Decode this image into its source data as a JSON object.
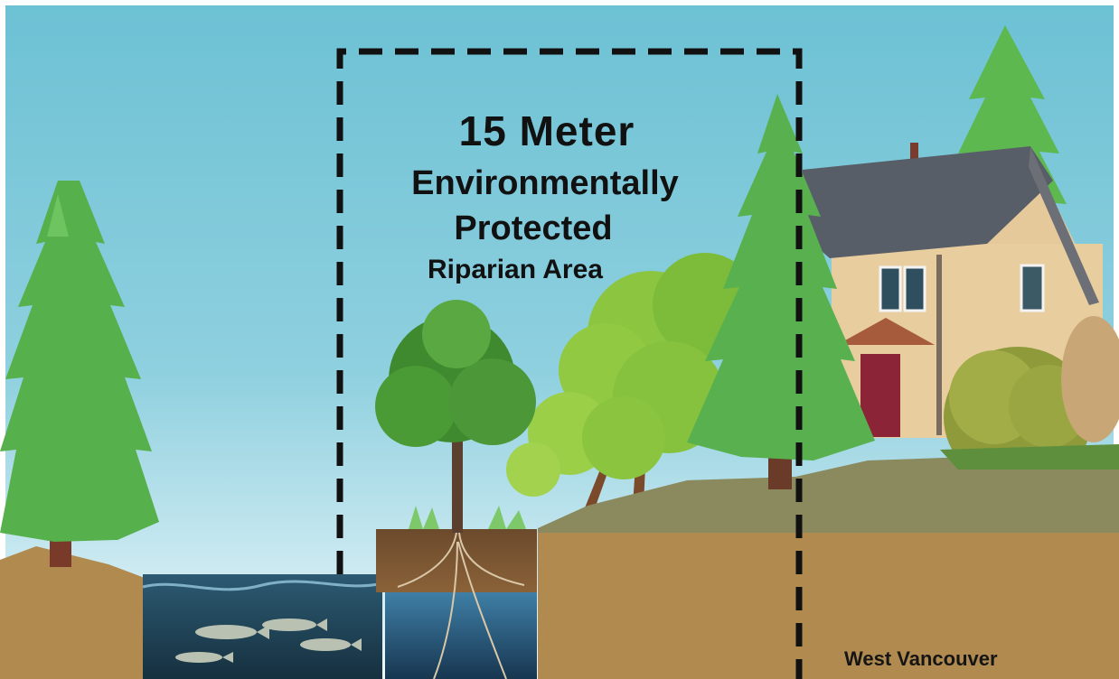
{
  "title": {
    "line1": "15 Meter",
    "line2": "Environmentally",
    "line3": "Protected",
    "line4": "Riparian Area"
  },
  "location_label": "West Vancouver",
  "colors": {
    "sky_top": "#6cc1d4",
    "sky_bottom": "#eaf6fa",
    "ground": "#b08a4e",
    "grass": "#8a8a5e",
    "tree_green": "#4aa84a",
    "house_wall": "#e6c99a",
    "roof": "#555a63",
    "door": "#8c2438",
    "water": "#1f3f55",
    "dashed_border": "#111111"
  },
  "icons": [
    "evergreen-tree-icon",
    "house-icon",
    "deciduous-tree-icon",
    "fish-icon",
    "roots-icon"
  ]
}
